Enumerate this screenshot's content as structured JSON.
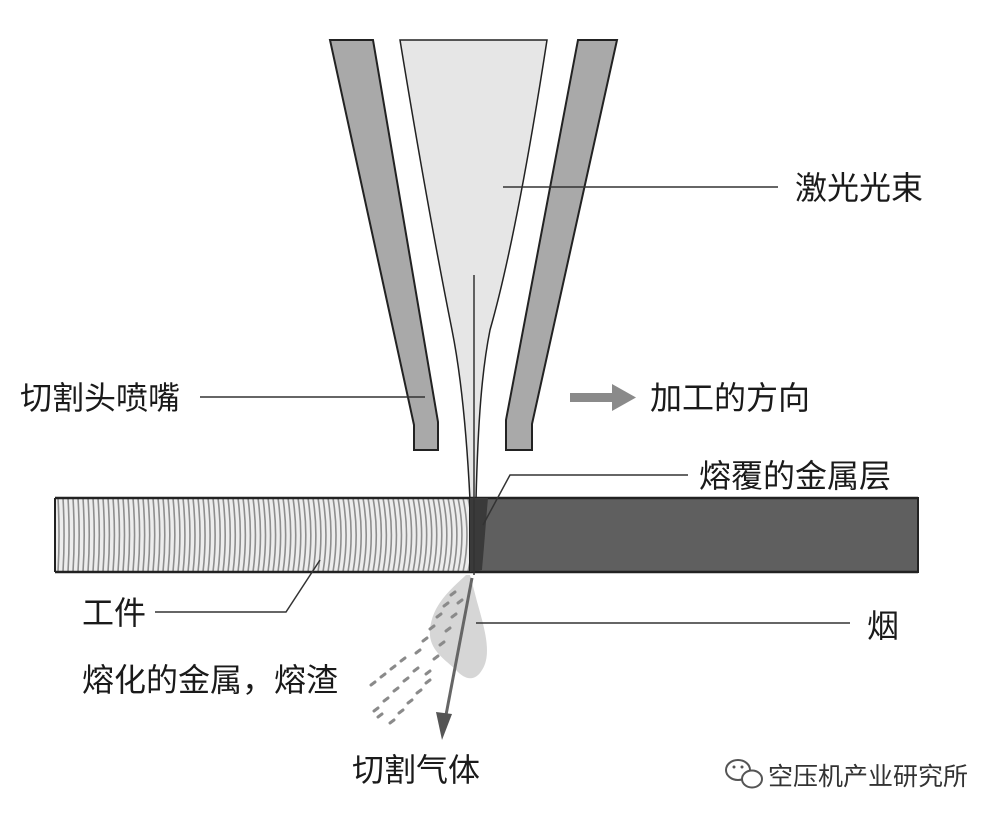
{
  "labels": {
    "laser_beam": "激光光束",
    "nozzle": "切割头喷嘴",
    "direction": "加工的方向",
    "clad_layer": "熔覆的金属层",
    "workpiece": "工件",
    "smoke": "烟",
    "molten_metal": "熔化的金属，熔渣",
    "cutting_gas": "切割气体"
  },
  "watermark": {
    "text": "空压机产业研究所",
    "icon": "wechat-icon"
  },
  "colors": {
    "nozzle_fill": "#a9a9a9",
    "beam_fill": "#e6e6e6",
    "workpiece_dark": "#5f5f5f",
    "workpiece_hatch": "#9a9a9a",
    "leader": "#333333",
    "arrow": "#8a8a8a",
    "smoke": "#d6d6d6"
  }
}
